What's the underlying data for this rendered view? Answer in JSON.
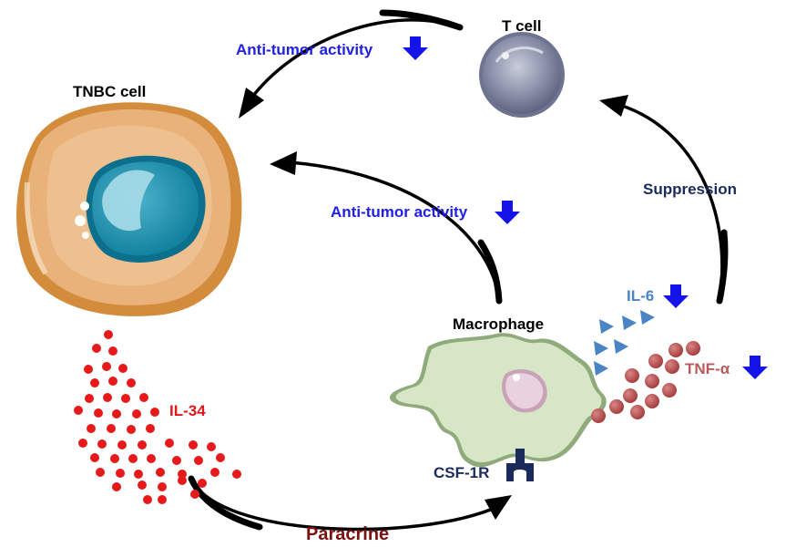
{
  "labels": {
    "t_cell": "T cell",
    "tnbc_cell": "TNBC cell",
    "macrophage": "Macrophage",
    "anti_tumor_top": "Anti-tumor activity",
    "anti_tumor_mid": "Anti-tumor activity",
    "suppression": "Suppression",
    "il6": "IL-6",
    "tnf": "TNF-α",
    "il34": "IL-34",
    "csf1r": "CSF-1R",
    "paracrine": "Paracrine"
  },
  "colors": {
    "blue_text": "#1f1fe6",
    "navy_text": "#1b2c5c",
    "red_text": "#e01818",
    "il6_text": "#4a84c4",
    "tnf_text": "#b85a5a",
    "paracrine_text": "#7a1010",
    "down_arrow": "#1414e8"
  }
}
